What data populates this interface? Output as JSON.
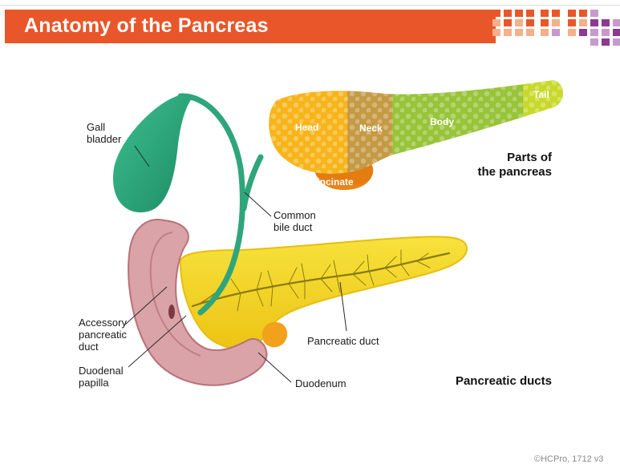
{
  "slide": {
    "title": "Anatomy of the Pancreas",
    "copyright": "©HCPro, 1712 v3"
  },
  "theme": {
    "title_bar_color": "#e8562a",
    "decor_colors": [
      "#e8562a",
      "#f4b08a",
      "#8b3a8f",
      "#c79acb"
    ]
  },
  "diagram": {
    "labels": {
      "gall_bladder": "Gall\nbladder",
      "common_bile_duct": "Common\nbile duct",
      "accessory_pancreatic_duct": "Accessory\npancreatic\nduct",
      "duodenal_papilla": "Duodenal\npapilla",
      "pancreatic_duct": "Pancreatic duct",
      "duodenum": "Duodenum",
      "parts_of_pancreas": "Parts of\nthe pancreas",
      "pancreatic_ducts": "Pancreatic ducts"
    },
    "segments": {
      "head": "Head",
      "neck": "Neck",
      "body": "Body",
      "tail": "Tail",
      "uncinate": "Uncinate"
    },
    "segment_colors": {
      "head": "#f7b51c",
      "neck": "#c9a03c",
      "body": "#9bc83a",
      "tail": "#c6d82a",
      "uncinate": "#e87e12"
    },
    "organ_colors": {
      "gall_bladder": "#2fa57c",
      "duodenum": "#d9a3a8",
      "pancreas": "#f4dc2a",
      "duct": "#8a7a12"
    }
  }
}
